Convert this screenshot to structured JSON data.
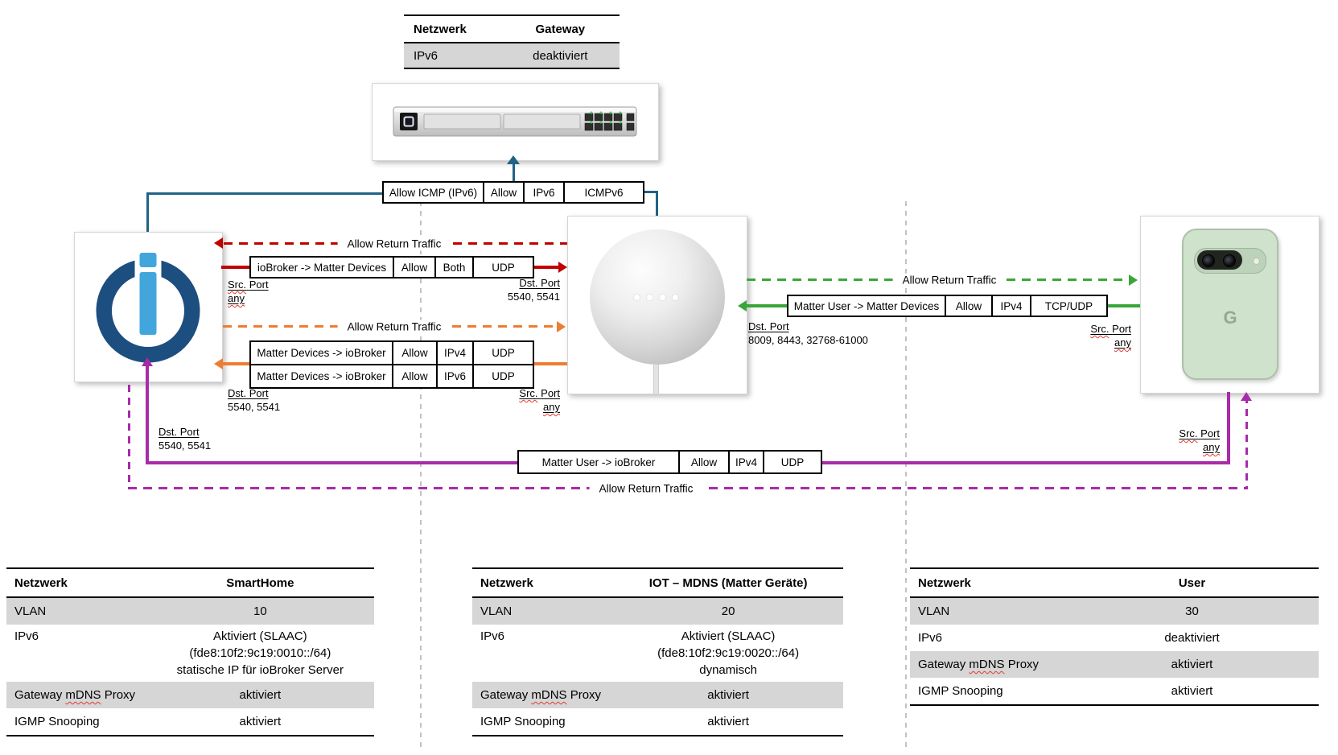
{
  "accents": {
    "blue": "#1f6387",
    "red": "#c00000",
    "orange": "#ed7d31",
    "green": "#3aa63a",
    "purple": "#a82ba8",
    "table_row_gray": "#d6d6d6"
  },
  "gateway_table": {
    "header": [
      "Netzwerk",
      "Gateway"
    ],
    "row": [
      "IPv6",
      "deaktiviert"
    ]
  },
  "port_labels": {
    "src_first": "Src.",
    "port_word": "Port",
    "dst": "Dst. Port",
    "any": "any"
  },
  "flows": {
    "icmp": {
      "cells": [
        "Allow ICMP (IPv6)",
        "Allow",
        "IPv6",
        "ICMPv6"
      ]
    },
    "red": {
      "return_label": "Allow Return Traffic",
      "cells": [
        "ioBroker -> Matter Devices",
        "Allow",
        "Both",
        "UDP"
      ],
      "dst_ports": "5540, 5541"
    },
    "orange": {
      "return_label": "Allow Return Traffic",
      "rows": [
        [
          "Matter Devices -> ioBroker",
          "Allow",
          "IPv4",
          "UDP"
        ],
        [
          "Matter Devices -> ioBroker",
          "Allow",
          "IPv6",
          "UDP"
        ]
      ],
      "dst_ports": "5540, 5541"
    },
    "green": {
      "return_label": "Allow Return Traffic",
      "cells": [
        "Matter User -> Matter Devices",
        "Allow",
        "IPv4",
        "TCP/UDP"
      ],
      "dst_ports": "8009, 8443, 32768-61000"
    },
    "purple": {
      "return_label": "Allow Return Traffic",
      "cells": [
        "Matter User -> ioBroker",
        "Allow",
        "IPv4",
        "UDP"
      ],
      "dst_ports": "5540, 5541"
    }
  },
  "phone": {
    "logo": "G"
  },
  "tables": [
    {
      "header": [
        "Netzwerk",
        "SmartHome"
      ],
      "rows": [
        {
          "label": "VLAN",
          "value": "10"
        },
        {
          "label": "IPv6",
          "lines": [
            "Aktiviert (SLAAC)",
            "(fde8:10f2:9c19:0010::/64)",
            "statische IP für ioBroker Server"
          ]
        },
        {
          "label_parts": [
            "Gateway",
            "mDNS",
            "Proxy"
          ],
          "value": "aktiviert"
        },
        {
          "label": "IGMP Snooping",
          "value": "aktiviert"
        }
      ]
    },
    {
      "header": [
        "Netzwerk",
        "IOT – MDNS (Matter Geräte)"
      ],
      "rows": [
        {
          "label": "VLAN",
          "value": "20"
        },
        {
          "label": "IPv6",
          "lines": [
            "Aktiviert (SLAAC)",
            "(fde8:10f2:9c19:0020::/64)",
            "dynamisch"
          ]
        },
        {
          "label_parts": [
            "Gateway",
            "mDNS",
            "Proxy"
          ],
          "value": "aktiviert"
        },
        {
          "label": "IGMP Snooping",
          "value": "aktiviert"
        }
      ]
    },
    {
      "header": [
        "Netzwerk",
        "User"
      ],
      "rows": [
        {
          "label": "VLAN",
          "value": "30"
        },
        {
          "label": "IPv6",
          "value": "deaktiviert"
        },
        {
          "label_parts": [
            "Gateway",
            "mDNS",
            "Proxy"
          ],
          "value": "aktiviert"
        },
        {
          "label": "IGMP Snooping",
          "value": "aktiviert"
        }
      ]
    }
  ]
}
